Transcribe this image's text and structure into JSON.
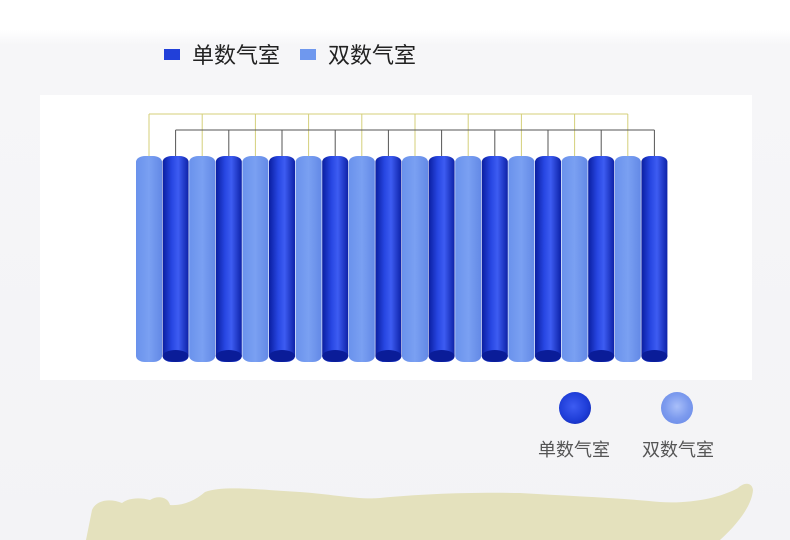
{
  "legend": {
    "odd_label": "单数气室",
    "even_label": "双数气室"
  },
  "bottom_legend": {
    "odd_label": "单数气室",
    "even_label": "双数气室"
  },
  "colors": {
    "odd_chamber": "#1f3ed8",
    "even_chamber": "#6f98ee",
    "odd_connector": "#555555",
    "even_connector": "#d4cf7a",
    "body_silhouette": "#e4e1bd"
  },
  "chambers": [
    "even",
    "odd",
    "even",
    "odd",
    "even",
    "odd",
    "even",
    "odd",
    "even",
    "odd",
    "even",
    "odd",
    "even",
    "odd",
    "even",
    "odd",
    "even",
    "odd",
    "even",
    "odd"
  ]
}
